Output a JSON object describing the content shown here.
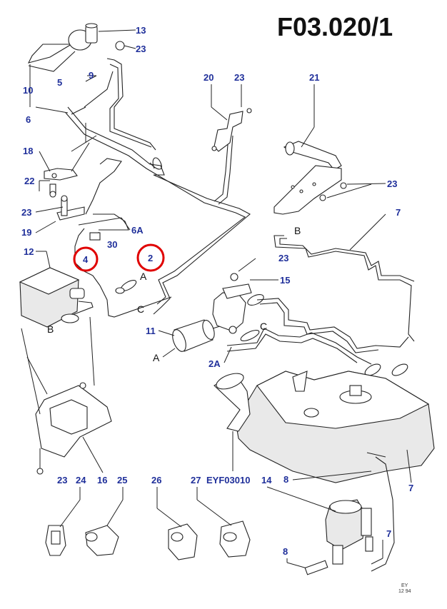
{
  "title": "F03.020/1",
  "callouts": {
    "c13": "13",
    "c23a": "23",
    "c9": "9",
    "c5": "5",
    "c10": "10",
    "c6": "6",
    "c20": "20",
    "c23b": "23",
    "c21": "21",
    "c18": "18",
    "c22": "22",
    "c23c": "23",
    "c23d": "23",
    "c19": "19",
    "c6A": "6A",
    "c30": "30",
    "c12": "12",
    "c4": "4",
    "c2": "2",
    "c7a": "7",
    "c23e": "23",
    "c15": "15",
    "c11": "11",
    "c2A": "2A",
    "c23f": "23",
    "c24": "24",
    "c16": "16",
    "c25": "25",
    "c26": "26",
    "c27": "27",
    "cEYF": "EYF03010",
    "c14": "14",
    "c8a": "8",
    "c7b": "7",
    "c7c": "7",
    "c8b": "8"
  },
  "connectors": {
    "A1": "A",
    "C1": "C",
    "B1": "B",
    "A2": "A",
    "C2": "C",
    "B2": "B"
  },
  "stamp": {
    "line1": "EY",
    "line2": "12 94"
  },
  "highlight_color": "#e00000",
  "callout_color": "#1f2f9a"
}
